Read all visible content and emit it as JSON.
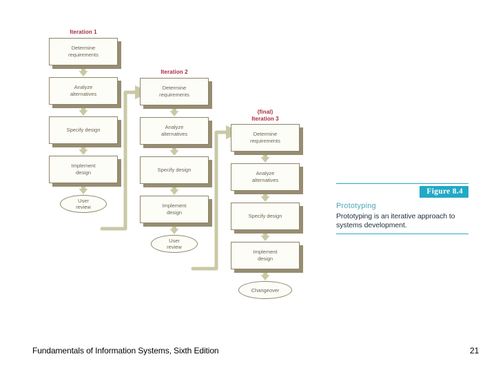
{
  "slide": {
    "background_color": "#ffffff",
    "footer": {
      "title": "Fundamentals of Information Systems, Sixth Edition",
      "page_number": "21"
    }
  },
  "diagram": {
    "accent_colors": {
      "header_text": "#a9283c",
      "box_fill": "#fdfdf7",
      "box_border": "#8d8468",
      "box_shadow": "#968d72",
      "arrow": "#c9c9a4",
      "node_text": "#6b6350"
    },
    "columns": [
      {
        "header": "Iteration 1",
        "nodes": [
          {
            "type": "box",
            "label": "Determine\nrequirements"
          },
          {
            "type": "box",
            "label": "Analyze\nalternatives"
          },
          {
            "type": "box",
            "label": "Specify design"
          },
          {
            "type": "box",
            "label": "Implement\ndesign"
          },
          {
            "type": "oval",
            "label": "User\nreview"
          }
        ]
      },
      {
        "header": "Iteration 2",
        "nodes": [
          {
            "type": "box",
            "label": "Determine\nrequirements"
          },
          {
            "type": "box",
            "label": "Analyze\nalternatives"
          },
          {
            "type": "box",
            "label": "Specify design"
          },
          {
            "type": "box",
            "label": "Implement\ndesign"
          },
          {
            "type": "oval",
            "label": "User\nreview"
          }
        ]
      },
      {
        "header": "(final)\nIteration 3",
        "nodes": [
          {
            "type": "box",
            "label": "Determine\nrequirements"
          },
          {
            "type": "box",
            "label": "Analyze\nalternatives"
          },
          {
            "type": "box",
            "label": "Specify design"
          },
          {
            "type": "box",
            "label": "Implement\ndesign"
          },
          {
            "type": "oval",
            "label": "Changeover"
          }
        ]
      }
    ]
  },
  "caption": {
    "figure_label": "Figure 8.4",
    "title": "Prototyping",
    "body": "Prototyping is an iterative approach to systems development.",
    "badge_color": "#22a9c6",
    "title_color": "#4fa8b8",
    "rule_color": "#2aa9c4"
  }
}
